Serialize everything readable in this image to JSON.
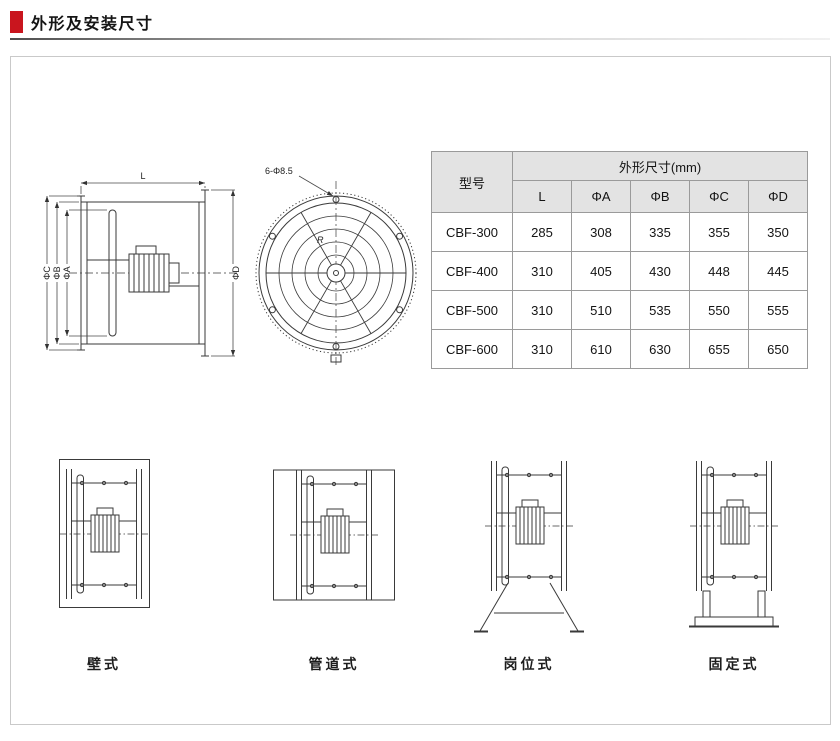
{
  "header": {
    "title": "外形及安装尺寸"
  },
  "side_view": {
    "dim_l": "L",
    "dim_phi_c": "ΦC",
    "dim_phi_b": "ΦB",
    "dim_phi_a": "ΦA",
    "dim_phi_d": "ΦD"
  },
  "front_view": {
    "bolt_holes": "6-Φ8.5",
    "r_label": "R"
  },
  "table": {
    "model_header": "型号",
    "group_header": "外形尺寸(mm)",
    "columns": [
      "L",
      "ΦA",
      "ΦB",
      "ΦC",
      "ΦD"
    ],
    "rows": [
      {
        "model": "CBF-300",
        "values": [
          "285",
          "308",
          "335",
          "355",
          "350"
        ]
      },
      {
        "model": "CBF-400",
        "values": [
          "310",
          "405",
          "430",
          "448",
          "445"
        ]
      },
      {
        "model": "CBF-500",
        "values": [
          "310",
          "510",
          "535",
          "550",
          "555"
        ]
      },
      {
        "model": "CBF-600",
        "values": [
          "310",
          "610",
          "630",
          "655",
          "650"
        ]
      }
    ]
  },
  "installations": [
    {
      "label": "壁式"
    },
    {
      "label": "管道式"
    },
    {
      "label": "岗位式"
    },
    {
      "label": "固定式"
    }
  ]
}
